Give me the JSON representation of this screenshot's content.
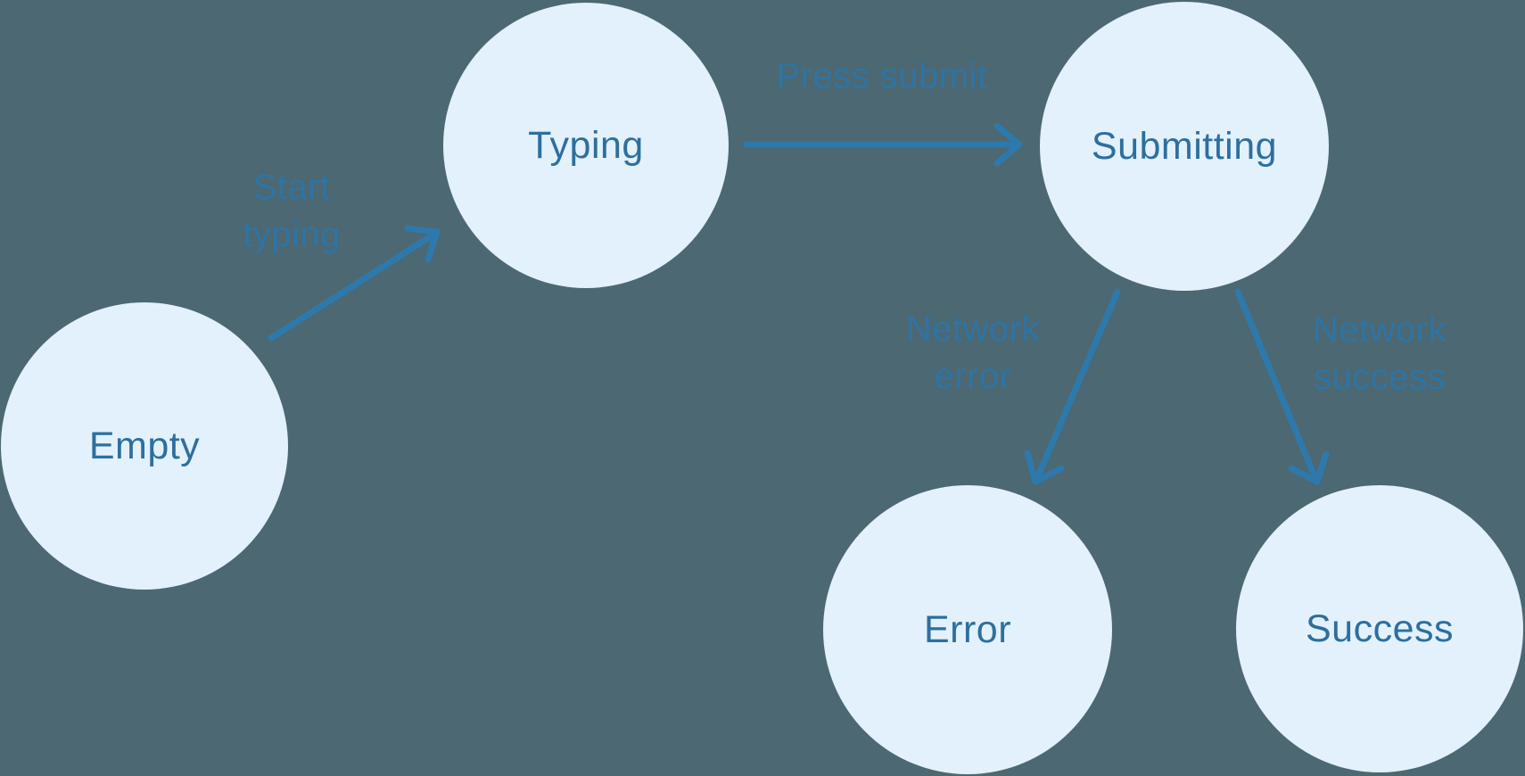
{
  "diagram": {
    "kind": "state-machine-flow",
    "colors": {
      "background": "#4C6872",
      "node_fill": "#E2F1FB",
      "node_text": "#2D6F9E",
      "arrow": "#2E79AC",
      "edge_label_text": "#2E74A4"
    },
    "nodes": [
      {
        "id": "empty",
        "label": "Empty"
      },
      {
        "id": "typing",
        "label": "Typing"
      },
      {
        "id": "submitting",
        "label": "Submitting"
      },
      {
        "id": "error",
        "label": "Error"
      },
      {
        "id": "success",
        "label": "Success"
      }
    ],
    "edges": [
      {
        "from": "empty",
        "to": "typing",
        "label": "Start\ntyping"
      },
      {
        "from": "typing",
        "to": "submitting",
        "label": "Press submit"
      },
      {
        "from": "submitting",
        "to": "error",
        "label": "Network\nerror"
      },
      {
        "from": "submitting",
        "to": "success",
        "label": "Network\nsuccess"
      }
    ]
  }
}
